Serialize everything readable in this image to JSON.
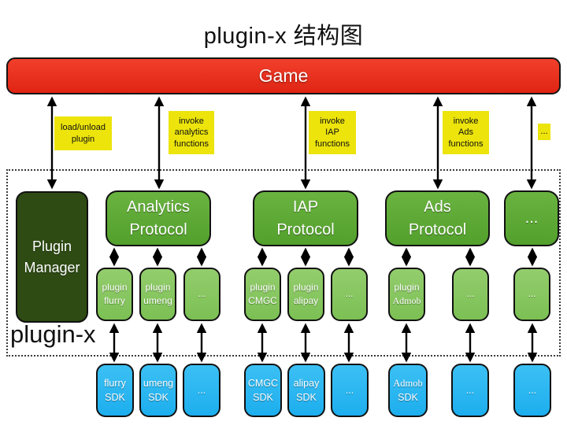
{
  "title": "plugin-x 结构图",
  "game": {
    "label": "Game"
  },
  "edge_labels": {
    "load_unload": {
      "line1": "load/unload",
      "line2": "plugin"
    },
    "analytics": {
      "line1": "invoke",
      "line2": "analytics",
      "line3": "functions"
    },
    "iap": {
      "line1": "invoke",
      "line2": "IAP",
      "line3": "functions"
    },
    "ads": {
      "line1": "invoke",
      "line2": "Ads",
      "line3": "functions"
    },
    "more": {
      "line1": "..."
    }
  },
  "container_label": "plugin-x",
  "plugin_manager": {
    "line1": "Plugin",
    "line2": "Manager"
  },
  "protocols": [
    {
      "line1": "Analytics",
      "line2": "Protocol"
    },
    {
      "line1": "IAP",
      "line2": "Protocol"
    },
    {
      "line1": "Ads",
      "line2": "Protocol"
    },
    {
      "line1": "..."
    }
  ],
  "plugins": [
    {
      "line1": "plugin",
      "line2": "flurry"
    },
    {
      "line1": "plugin",
      "line2": "umeng"
    },
    {
      "line1": "..."
    },
    {
      "line1": "plugin",
      "line2": "CMGC"
    },
    {
      "line1": "plugin",
      "line2": "alipay"
    },
    {
      "line1": "..."
    },
    {
      "line1": "plugin",
      "line2": "Admob"
    },
    {
      "line1": "..."
    },
    {
      "line1": "..."
    }
  ],
  "sdks": [
    {
      "line1": "flurry",
      "line2": "SDK"
    },
    {
      "line1": "umeng",
      "line2": "SDK"
    },
    {
      "line1": "..."
    },
    {
      "line1": "CMGC",
      "line2": "SDK"
    },
    {
      "line1": "alipay",
      "line2": "SDK"
    },
    {
      "line1": "..."
    },
    {
      "line1": "Admob",
      "line2": "SDK"
    },
    {
      "line1": "..."
    },
    {
      "line1": "..."
    }
  ],
  "colors": {
    "game_red": "#e8301c",
    "note_yellow": "#ece40b",
    "manager_dark_green": "#2e4b14",
    "protocol_green": "#5ca936",
    "plugin_green": "#85c55f",
    "sdk_blue": "#29b6f1",
    "arrow_black": "#000000"
  }
}
